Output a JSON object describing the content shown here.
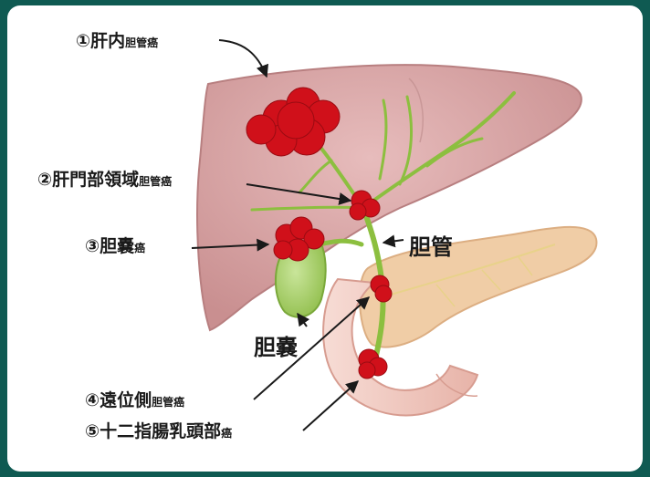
{
  "labels": [
    {
      "num": "①",
      "main": "肝内",
      "sub": "胆管癌"
    },
    {
      "num": "②",
      "main": "肝門部領域",
      "sub": "胆管癌"
    },
    {
      "num": "③",
      "main": "胆嚢",
      "sub": "癌"
    },
    {
      "num": "④",
      "main": "遠位側",
      "sub": "胆管癌"
    },
    {
      "num": "⑤",
      "main": "十二指腸乳頭部",
      "sub": "癌"
    }
  ],
  "organ_labels": {
    "bile_duct": "胆管",
    "gallbladder": "胆嚢"
  },
  "colors": {
    "frame": "#0f5a52",
    "liver": "#d9a6a6",
    "pancreas": "#f1cfa8",
    "duodenum": "#f2c9c0",
    "bile_duct": "#8cbf3f",
    "gallbladder": "#a9cf63",
    "tumor": "#d0101a"
  }
}
